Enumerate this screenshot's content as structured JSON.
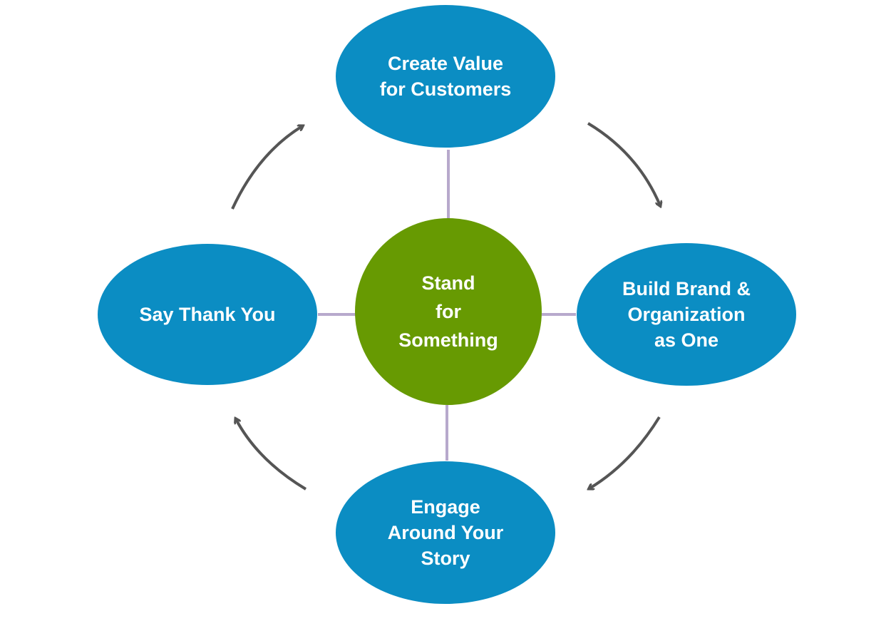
{
  "colors": {
    "outer_node": "#0b8dc3",
    "center_node": "#679a02",
    "connector": "#b7a9cc",
    "arrow": "#555555",
    "text": "#ffffff"
  },
  "center": {
    "label": "Stand\nfor\nSomething"
  },
  "nodes": {
    "top": {
      "label": "Create Value\nfor Customers"
    },
    "right": {
      "label": "Build Brand &\nOrganization\nas One"
    },
    "bottom": {
      "label": "Engage\nAround Your\nStory"
    },
    "left": {
      "label": "Say Thank You"
    }
  }
}
